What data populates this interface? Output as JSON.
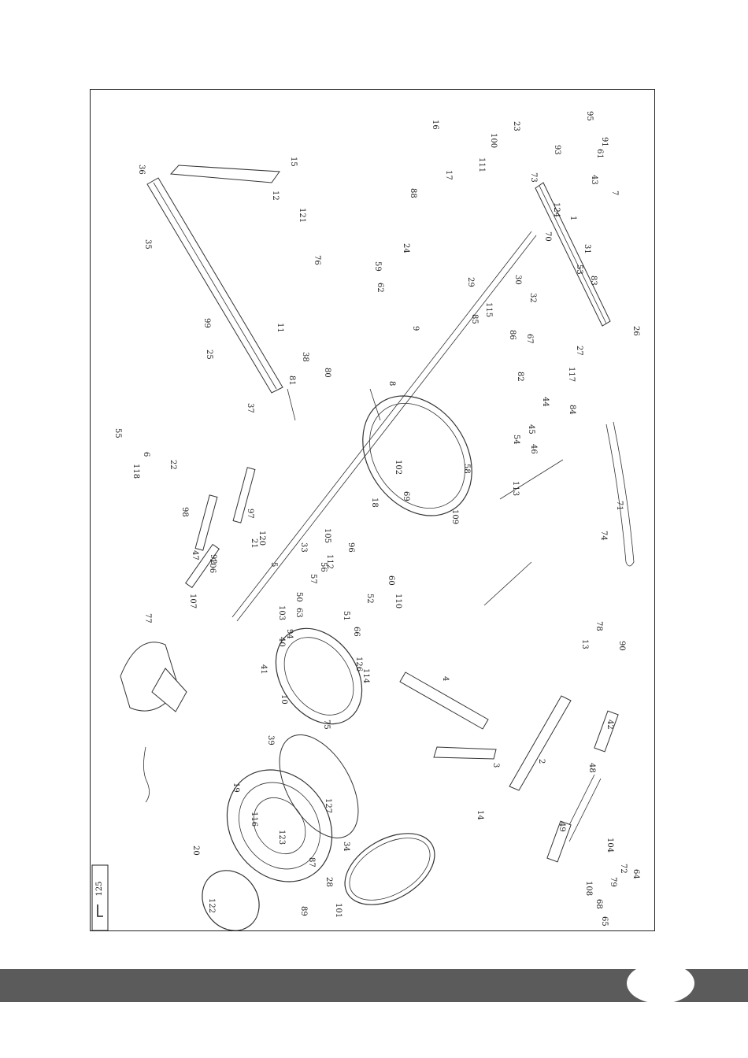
{
  "diagram": {
    "title_box_label": "125",
    "part_labels": [
      "1",
      "2",
      "3",
      "4",
      "5",
      "6",
      "7",
      "8",
      "9",
      "10",
      "11",
      "12",
      "13",
      "14",
      "15",
      "16",
      "17",
      "18",
      "19",
      "20",
      "21",
      "22",
      "23",
      "24",
      "25",
      "26",
      "27",
      "28",
      "29",
      "30",
      "31",
      "32",
      "33",
      "34",
      "35",
      "36",
      "37",
      "38",
      "39",
      "40",
      "41",
      "42",
      "43",
      "44",
      "45",
      "46",
      "47",
      "48",
      "49",
      "50",
      "51",
      "52",
      "53",
      "54",
      "55",
      "56",
      "57",
      "58",
      "59",
      "60",
      "61",
      "62",
      "63",
      "64",
      "65",
      "66",
      "67",
      "68",
      "69",
      "70",
      "71",
      "72",
      "73",
      "74",
      "75",
      "76",
      "77",
      "78",
      "79",
      "80",
      "81",
      "82",
      "83",
      "84",
      "85",
      "86",
      "87",
      "88",
      "89",
      "90",
      "91",
      "92",
      "93",
      "94",
      "95",
      "96",
      "97",
      "98",
      "99",
      "100",
      "101",
      "102",
      "103",
      "104",
      "105",
      "106",
      "107",
      "108",
      "109",
      "110",
      "111",
      "112",
      "113",
      "114",
      "115",
      "116",
      "117",
      "118",
      "120",
      "121",
      "122",
      "123",
      "124",
      "126",
      "127"
    ]
  },
  "footer": {
    "page_number": ""
  }
}
